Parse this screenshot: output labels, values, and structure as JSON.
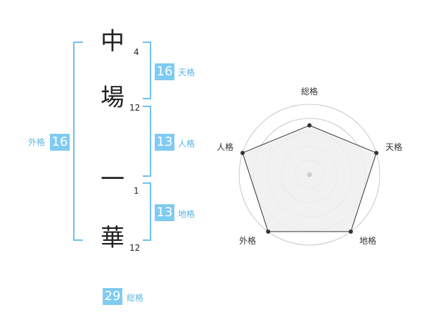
{
  "name": {
    "chars": [
      {
        "char": "中",
        "strokes": "4"
      },
      {
        "char": "場",
        "strokes": "12"
      },
      {
        "char": "一",
        "strokes": "1"
      },
      {
        "char": "華",
        "strokes": "12"
      }
    ]
  },
  "fortunes": {
    "tenkaku": {
      "value": "16",
      "label": "天格"
    },
    "jinkaku": {
      "value": "13",
      "label": "人格"
    },
    "chikaku": {
      "value": "13",
      "label": "地格"
    },
    "gaikaku": {
      "value": "16",
      "label": "外格"
    },
    "soukaku": {
      "value": "29",
      "label": "総格"
    }
  },
  "radar": {
    "labels": {
      "top": "総格",
      "right": "天格",
      "bottom_right": "地格",
      "bottom_left": "外格",
      "left": "人格"
    },
    "values": {
      "soukaku": 0.7,
      "tenkaku": 1.0,
      "chikaku": 1.0,
      "gaikaku": 1.0,
      "jinkaku": 1.0
    },
    "colors": {
      "fill": "#efefef",
      "line": "#333333",
      "grid": "#c8c8c8",
      "dot": "#333333"
    }
  },
  "colors": {
    "accent": "#7fcbf1",
    "label": "#5bb7e8"
  }
}
